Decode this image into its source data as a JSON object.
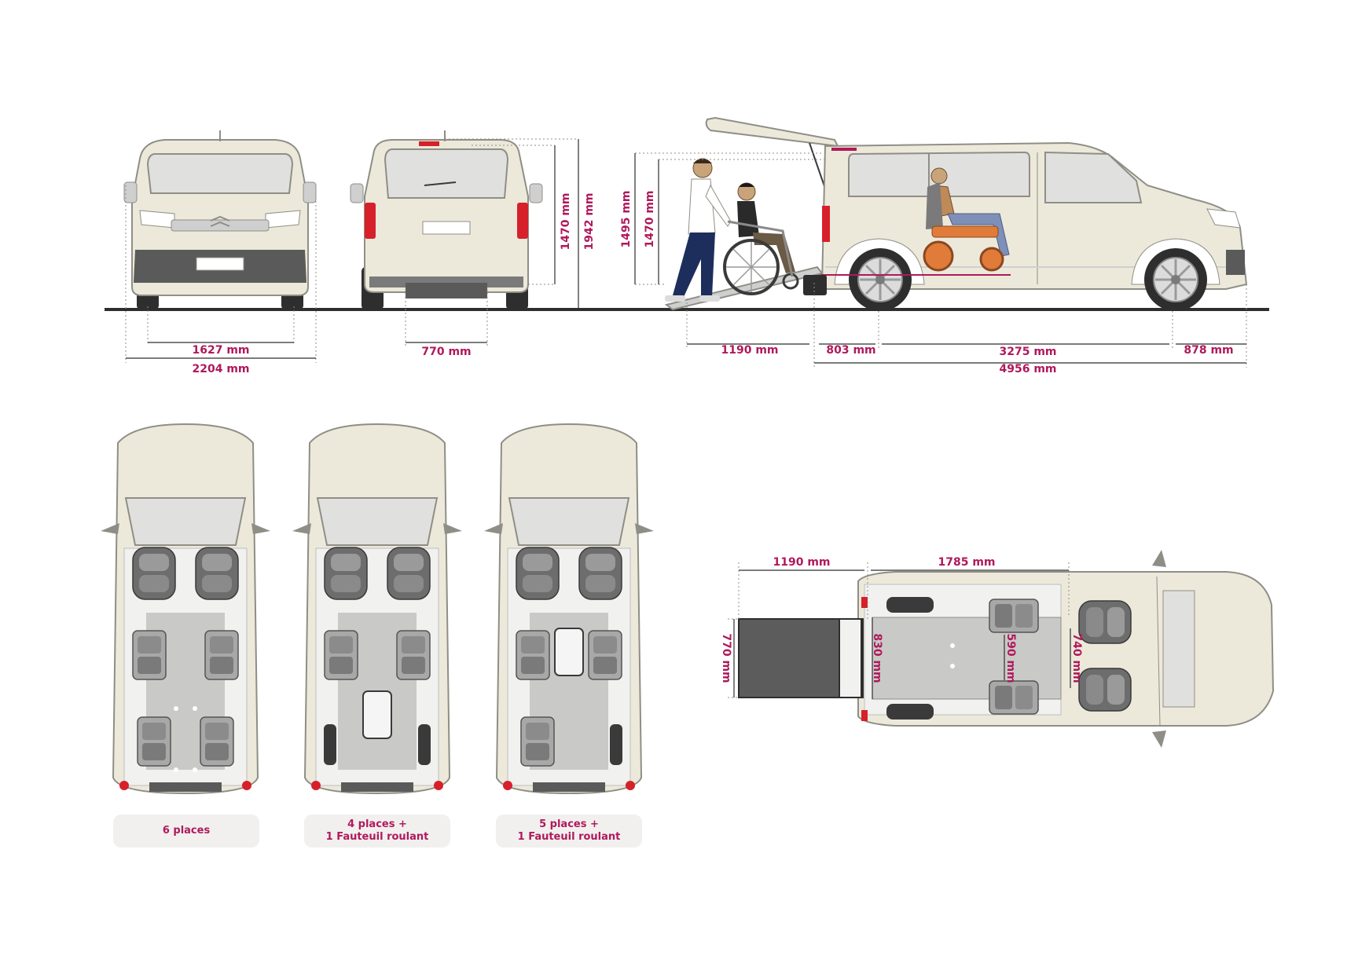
{
  "colors": {
    "accent": "#b0195c",
    "body": "#ede9da",
    "outline": "#8f8e86",
    "glass": "#e0e0de",
    "dark": "#3a3a3a",
    "tail": "#d6202a",
    "floor": "#c9c9c7",
    "ramp": "#5c5c5c",
    "seat": "#6d6d6d",
    "caption_bg": "#f1f0ef"
  },
  "dimensions": {
    "front_track": "1627 mm",
    "front_width": "2204 mm",
    "rear_step": "770 mm",
    "rear_height_1470": "1470 mm",
    "rear_height_1942": "1942 mm",
    "side_height_1495": "1495 mm",
    "side_height_1470": "1470 mm",
    "side_ramp": "1190 mm",
    "side_front_overhang": "803 mm",
    "side_wheelbase": "3275 mm",
    "side_rear_overhang": "878 mm",
    "side_length": "4956 mm",
    "plan_ramp_length": "1190 mm",
    "plan_floor_length": "1785 mm",
    "plan_ramp_width": "770 mm",
    "plan_floor_830": "830 mm",
    "plan_floor_590": "590 mm",
    "plan_floor_740": "740 mm"
  },
  "layouts": [
    {
      "line1": "6 places",
      "line2": ""
    },
    {
      "line1": "4 places +",
      "line2": "1 Fauteuil roulant"
    },
    {
      "line1": "5 places +",
      "line2": "1 Fauteuil roulant"
    }
  ]
}
